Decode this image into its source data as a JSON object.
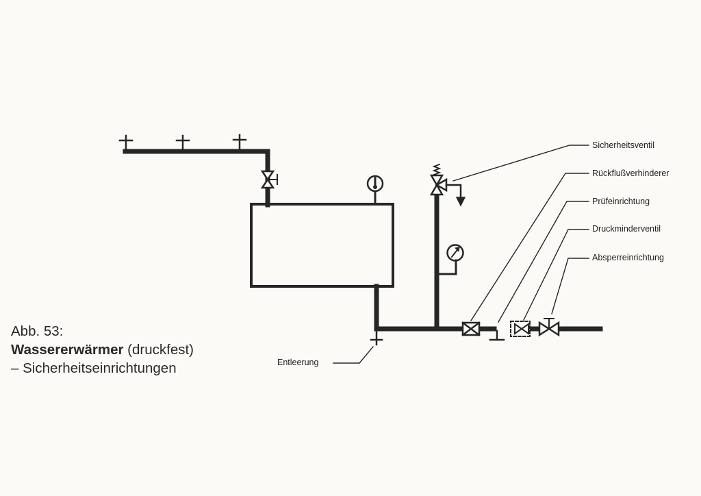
{
  "caption": {
    "figure_number": "Abb. 53:",
    "title_bold": "Wassererwärmer",
    "title_rest": " (druckfest)",
    "subtitle": "– Sicherheitseinrichtungen"
  },
  "labels": {
    "safety_valve": "Sicherheitsventil",
    "backflow_preventer": "Rückflußverhinderer",
    "test_device": "Prüfeinrichtung",
    "pressure_reducer": "Druckminderventil",
    "shutoff_device": "Absperreinrichtung",
    "drain": "Entleerung"
  },
  "colors": {
    "line": "#262626",
    "background": "#fbfaf6"
  }
}
